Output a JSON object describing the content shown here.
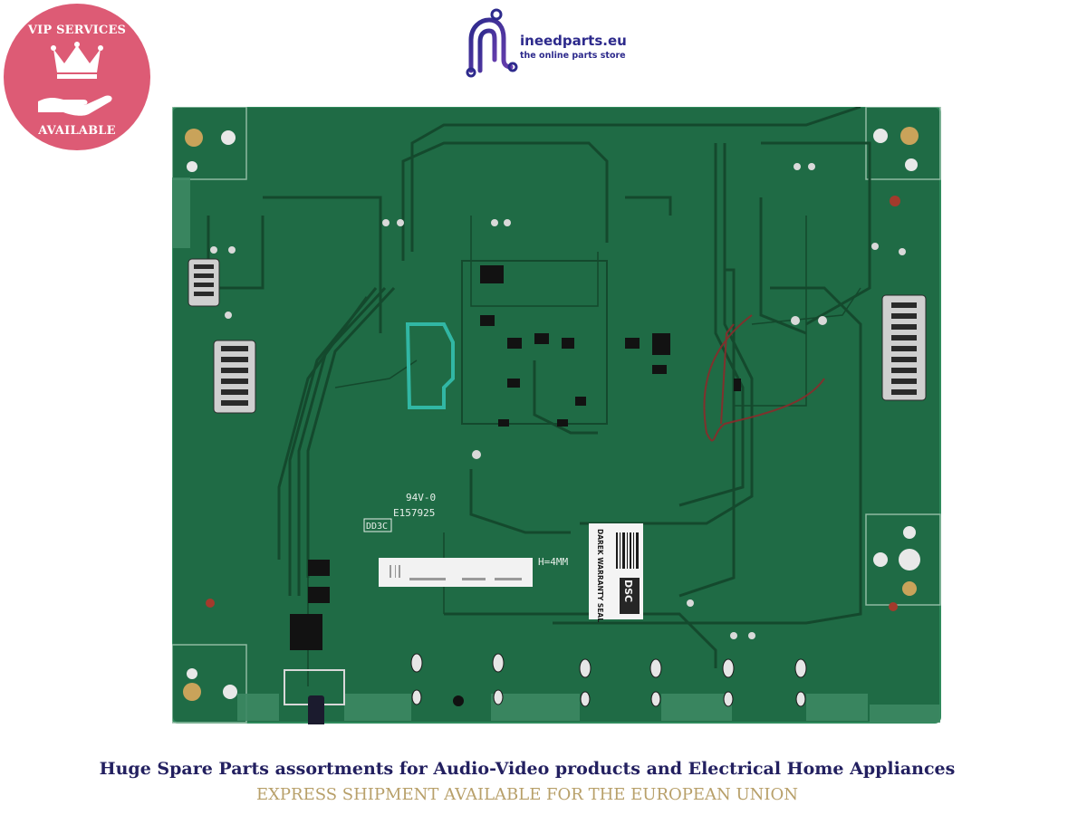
{
  "badge": {
    "top_text": "VIP SERVICES",
    "bottom_text": "AVAILABLE",
    "color": "#dd5b75"
  },
  "brand": {
    "name": "ineedparts.eu",
    "tagline": "the online parts store",
    "color": "#2d2a8c"
  },
  "board": {
    "silkscreen": {
      "rating": "94V-0",
      "file_no": "E157925",
      "code": "DD3C",
      "height_note": "H=4MM",
      "seal": "DAREK WARRANTY SEAL",
      "dsc": "DSC"
    },
    "colors": {
      "pcb": "#1f6b45",
      "trace": "#14492d",
      "pad": "#c9c9c9"
    }
  },
  "footer": {
    "headline": "Huge Spare Parts assortments for Audio-Video products and Electrical Home Appliances",
    "subline": "EXPRESS SHIPMENT AVAILABLE FOR THE EUROPEAN UNION"
  }
}
